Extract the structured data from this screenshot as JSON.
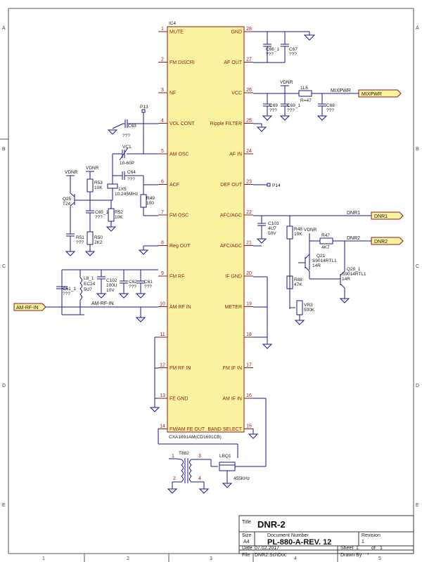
{
  "border": {
    "rows": [
      "A",
      "B",
      "C",
      "D",
      "E"
    ],
    "cols": [
      "1",
      "2",
      "3",
      "4",
      "5"
    ]
  },
  "ic": {
    "designator": "IC4",
    "part": "CXA1691AM(CD1691CB)",
    "fill": "#fcf3a0",
    "left_pins": [
      {
        "num": "1",
        "name": "MUTE"
      },
      {
        "num": "2",
        "name": "FM DISCRI"
      },
      {
        "num": "3",
        "name": "NF"
      },
      {
        "num": "4",
        "name": "VOL CONT"
      },
      {
        "num": "5",
        "name": "AM OSC"
      },
      {
        "num": "6",
        "name": "ACF"
      },
      {
        "num": "7",
        "name": "FM OSC"
      },
      {
        "num": "8",
        "name": "Reg OUT"
      },
      {
        "num": "9",
        "name": "FM RF"
      },
      {
        "num": "10",
        "name": "AM RF IN"
      },
      {
        "num": "11",
        "name": ""
      },
      {
        "num": "12",
        "name": "FM RF IN"
      },
      {
        "num": "13",
        "name": "FE GND"
      },
      {
        "num": "14",
        "name": "FM/AM FE OUT"
      }
    ],
    "right_pins": [
      {
        "num": "28",
        "name": "GND"
      },
      {
        "num": "27",
        "name": "AF OUT"
      },
      {
        "num": "26",
        "name": "VCC"
      },
      {
        "num": "25",
        "name": "Ripple FILTER"
      },
      {
        "num": "24",
        "name": "AF IN"
      },
      {
        "num": "23",
        "name": "DEF OUT"
      },
      {
        "num": "22",
        "name": "AFC/AGC"
      },
      {
        "num": "21",
        "name": "AFC/AGC"
      },
      {
        "num": "20",
        "name": "IF GND"
      },
      {
        "num": "19",
        "name": "METER"
      },
      {
        "num": "18",
        "name": ""
      },
      {
        "num": "17",
        "name": "FM IF IN"
      },
      {
        "num": "16",
        "name": "AM IF IN"
      },
      {
        "num": "15",
        "name": "BAND SELECT"
      }
    ]
  },
  "components": {
    "c66_1": [
      "C66_1",
      "???"
    ],
    "c67": [
      "C67",
      "???"
    ],
    "vdnr_top": "VDNR",
    "l6": [
      "1L6",
      "R=47"
    ],
    "c69": [
      "C69",
      "???"
    ],
    "c69_1": [
      "C69_1",
      "???"
    ],
    "c68": [
      "C68",
      "???"
    ],
    "p13": "P13",
    "c63": [
      "C63",
      "???"
    ],
    "vc1": [
      "VC1",
      "10-60P"
    ],
    "c64": [
      "C64",
      "???"
    ],
    "x5": [
      "1X5",
      "10.245MHz"
    ],
    "r49": [
      "R49",
      "100"
    ],
    "vdnr_left1": "VDNR",
    "vdnr_left2": "VDNR",
    "r53": [
      "R53",
      "10K"
    ],
    "q25": [
      "Q25",
      "T24"
    ],
    "c65_1": [
      "C65_1",
      "???"
    ],
    "r52": [
      "R52",
      "10K"
    ],
    "r51": [
      "R51",
      "???"
    ],
    "r50": [
      "R50",
      "2K2"
    ],
    "p14": "P14",
    "c103": [
      "C103",
      "4U7",
      "50V"
    ],
    "r48": [
      "R48",
      "10K"
    ],
    "vdnr_right": "VDNR",
    "r47": [
      "R47",
      "4K7"
    ],
    "q21": [
      "Q21",
      "S9014RTL1",
      "14R"
    ],
    "q20_1": [
      "Q20_1",
      "S9014RTL1",
      "14R"
    ],
    "r88": [
      "R88",
      "47K"
    ],
    "vr3": [
      "VR3",
      "500K"
    ],
    "c61_1": [
      "C61_1",
      "???"
    ],
    "l8_1": [
      "L8_1",
      "EC24",
      "5U7"
    ],
    "c102": [
      "C102",
      "100U",
      "10V"
    ],
    "c62": [
      "C62",
      "???"
    ],
    "c61": [
      "C61",
      "???"
    ],
    "t882": "T882",
    "lbq1": [
      "LBQ1",
      "455KHz"
    ]
  },
  "nets": {
    "mixpwr": "MIXPWR",
    "dnr1": "DNR1",
    "dnr2": "DNR2",
    "am_rf_in": "AM-RF-IN"
  },
  "title_block": {
    "title_label": "Title",
    "title": "DNR-2",
    "size_label": "Size",
    "size": "A4",
    "docnum_label": "Document Number",
    "docnum": "PL-880-A-REV. 12",
    "revision_label": "Revision",
    "revision": "1",
    "date_label": "Date",
    "date": "07.02.2017",
    "sheet_label": "Sheet",
    "sheet": "1",
    "of_label": "of",
    "of": "1",
    "file_label": "File",
    "file": "DNR2.SchDoc",
    "drawn_label": "Drawn By",
    "drawn": "*"
  }
}
